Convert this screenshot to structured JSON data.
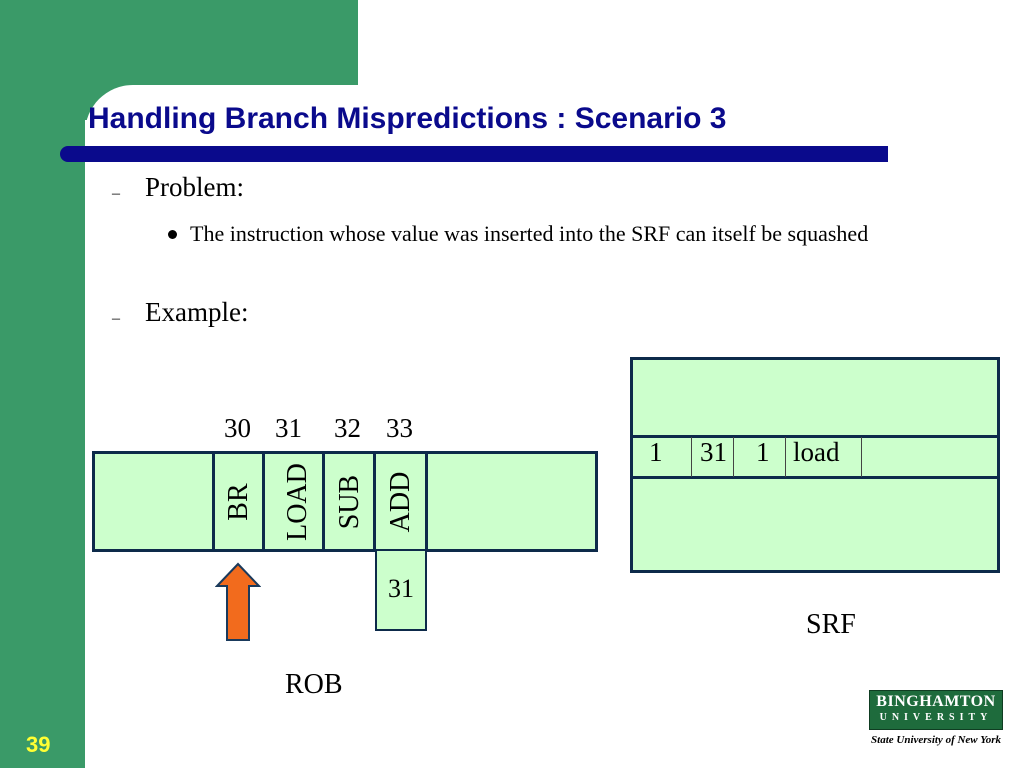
{
  "slide": {
    "title": "Handling Branch Mispredictions : Scenario 3",
    "page_number": "39",
    "bullets": [
      {
        "marker": "–",
        "text": "Problem:"
      },
      {
        "marker": "–",
        "text": "Example:"
      }
    ],
    "sub_bullets": [
      {
        "text": "The instruction whose value was inserted into the SRF can itself be squashed"
      }
    ]
  },
  "rob": {
    "label": "ROB",
    "indices": [
      "30",
      "31",
      "32",
      "33"
    ],
    "entries": [
      "BR",
      "LOAD",
      "SUB",
      "ADD"
    ],
    "ext_value": "31",
    "pointer_color": "#f26b1d"
  },
  "srf": {
    "label": "SRF",
    "row": [
      "1",
      "31",
      "1",
      "load"
    ]
  },
  "logo": {
    "line1": "BINGHAMTON",
    "line2": "UNIVERSITY",
    "line3": "State University of New York"
  },
  "colors": {
    "green": "#3a9a68",
    "title": "#0a0a8c",
    "box_fill": "#ccffcc",
    "box_border": "#0d2a4a",
    "page_number": "#ffff33"
  }
}
